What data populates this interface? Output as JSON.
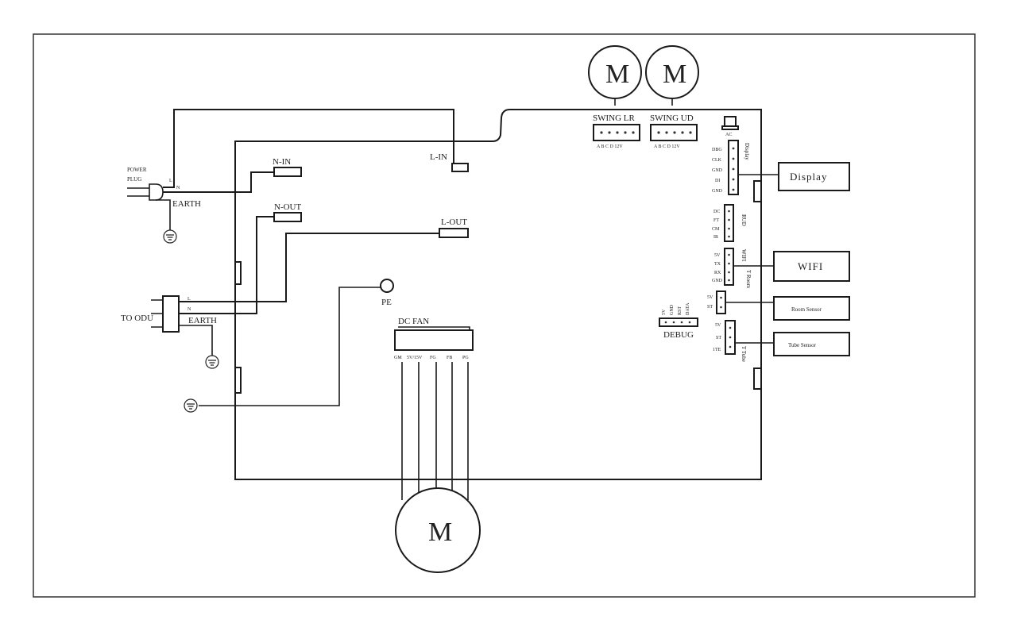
{
  "labels": {
    "power_plug_1": "POWER",
    "power_plug_2": "PLUG",
    "plug_l": "L",
    "plug_n": "N",
    "earth_top": "EARTH",
    "n_in": "N-IN",
    "l_in": "L-IN",
    "n_out": "N-OUT",
    "l_out": "L-OUT",
    "to_odu": "TO ODU",
    "odu_l": "L",
    "odu_n": "N",
    "earth_odu": "EARTH",
    "pe": "PE",
    "dc_fan": "DC FAN",
    "fan_pins": [
      "GM",
      "5V/15V",
      "FG",
      "FB",
      "PG"
    ],
    "swing_lr": "SWING LR",
    "swing_lr_pins": "A B C D 12V",
    "swing_ud": "SWING UD",
    "swing_ud_pins": "A B C D 12V",
    "display_conn": "Display",
    "display_pins": [
      "DBG",
      "CLK",
      "GND",
      "DI",
      "GND"
    ],
    "wifi_conn": "WIFI",
    "wifi_pins": [
      "5V",
      "TX",
      "RX",
      "GND"
    ],
    "rud": "RUD",
    "rud_pins": [
      "DC",
      "FT",
      "CM",
      "IR"
    ],
    "t_room": "T Room",
    "room_pins": [
      "5V",
      "ST"
    ],
    "t_tube": "T Tube",
    "tube_pins": [
      "5V",
      "ST",
      "1TE"
    ],
    "debug": "DEBUG",
    "debug_pins": [
      "5V",
      "GND",
      "RST",
      "DATA"
    ],
    "fuse": "AC",
    "motor_m": "M"
  },
  "external_boxes": {
    "display": "Display",
    "wifi": "WIFI",
    "room_sensor": "Room Sensor",
    "tube_sensor": "Tube Sensor"
  }
}
